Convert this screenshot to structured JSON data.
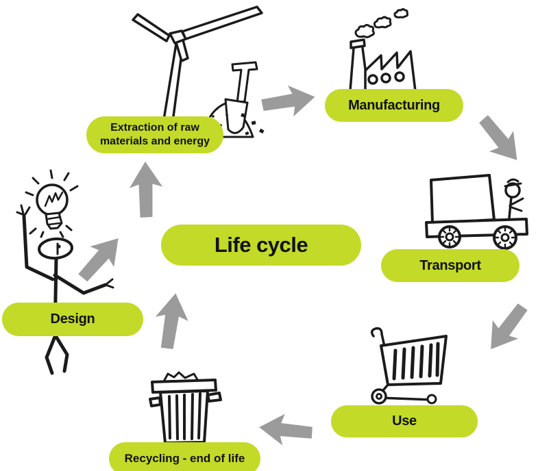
{
  "diagram": {
    "title": "Life cycle",
    "stages": [
      {
        "id": "extraction",
        "label": "Extraction of raw materials and energy",
        "icon": "wind-turbine-and-shovel"
      },
      {
        "id": "manufacturing",
        "label": "Manufacturing",
        "icon": "factory"
      },
      {
        "id": "transport",
        "label": "Transport",
        "icon": "truck"
      },
      {
        "id": "use",
        "label": "Use",
        "icon": "shopping-cart"
      },
      {
        "id": "recycling",
        "label": "Recycling - end of life",
        "icon": "trash-can"
      },
      {
        "id": "design",
        "label": "Design",
        "icon": "stick-figure-with-lightbulb"
      }
    ],
    "flow_arrows": [
      {
        "from": "extraction",
        "to": "manufacturing",
        "direction": "right"
      },
      {
        "from": "manufacturing",
        "to": "transport",
        "direction": "down-right"
      },
      {
        "from": "transport",
        "to": "use",
        "direction": "down-left"
      },
      {
        "from": "use",
        "to": "recycling",
        "direction": "left"
      },
      {
        "from": "recycling",
        "to": "center",
        "direction": "up"
      },
      {
        "from": "center",
        "to": "extraction",
        "direction": "up"
      },
      {
        "from": "design",
        "to": "extraction",
        "direction": "up-right"
      }
    ],
    "colors": {
      "pill": "#c3da28",
      "arrow": "#9b9b9b",
      "ink": "#1b1b1b",
      "text": "#111111",
      "background": "#ffffff"
    }
  }
}
